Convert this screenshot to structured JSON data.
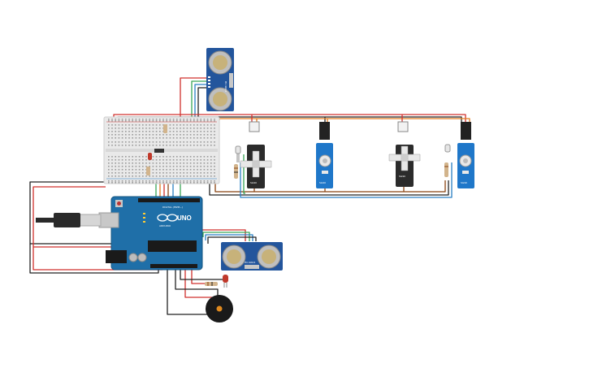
{
  "arduino": {
    "model": "UNO",
    "brand": "ARDUINO",
    "header_digital": "DIGITAL (PWM~)",
    "header_power": "POWER",
    "header_analog": "ANALOG IN"
  },
  "ultrasonic_top": {
    "label": "HC-SR04"
  },
  "ultrasonic_bottom": {
    "label": "HC-SR04"
  },
  "servos": [
    {
      "label": "SG90"
    },
    {
      "label": "SG90"
    },
    {
      "label": "SG90"
    },
    {
      "label": "SG90"
    }
  ],
  "colors": {
    "board": "#1f6fa8",
    "breadboard": "#e9e9e9",
    "wire_red": "#d0312d",
    "wire_black": "#222222",
    "wire_green": "#3aa657",
    "wire_blue": "#2a7fc4",
    "wire_orange": "#e07a1f",
    "wire_brown": "#8b4513",
    "servo_black": "#2b2b2b",
    "servo_blue": "#1f77c9",
    "sensor_blue": "#23559c",
    "buzzer": "#1a1a1a"
  },
  "icons": [
    "usb-cable-icon",
    "led-icon",
    "resistor-icon",
    "buzzer-icon",
    "servo-icon",
    "ultrasonic-sensor-icon"
  ]
}
